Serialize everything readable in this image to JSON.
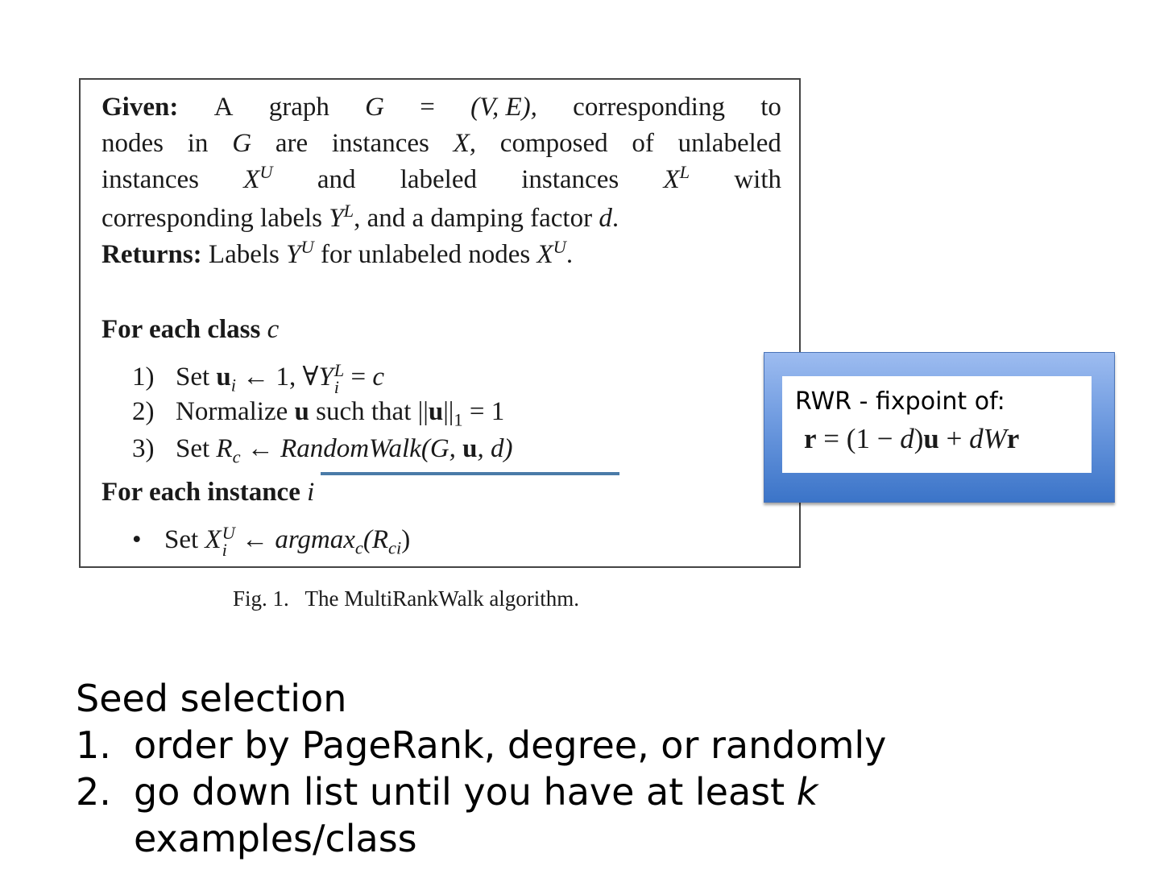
{
  "algorithm": {
    "given_label": "Given:",
    "given_line1": [
      "A",
      "graph",
      "G",
      "=",
      "(V, E),",
      "corresponding",
      "to"
    ],
    "given_line2": [
      "nodes",
      "in",
      "G",
      "are",
      "instances",
      "X,",
      "composed",
      "of",
      "unlabeled"
    ],
    "given_line3": [
      "instances",
      "X",
      "U",
      "and",
      "labeled",
      "instances",
      "X",
      "L",
      "with"
    ],
    "given_line4_a": "corresponding labels ",
    "given_line4_var": "Y",
    "given_line4_sup": "L",
    "given_line4_b": ", and a damping factor ",
    "given_line4_d": "d",
    "given_line4_c": ".",
    "returns_label": "Returns:",
    "returns_a": " Labels ",
    "returns_var": "Y",
    "returns_sup": "U",
    "returns_b": " for unlabeled nodes ",
    "returns_var2": "X",
    "returns_sup2": "U",
    "returns_c": ".",
    "for_class_label": "For each class",
    "for_class_var": "c",
    "steps": [
      {
        "num": "1)",
        "text_a": "Set ",
        "u": "u",
        "sub": "i",
        "text_b": " ← 1, ∀",
        "Y": "Y",
        "Ysub": "i",
        "Ysup": "L",
        "text_c": " = ",
        "c": "c"
      },
      {
        "num": "2)",
        "text_a": "Normalize ",
        "u": "u",
        "text_b": " such that ||",
        "u2": "u",
        "text_c": "||",
        "sub": "1",
        "text_d": " = 1"
      },
      {
        "num": "3)",
        "text_a": "Set ",
        "R": "R",
        "sub": "c",
        "text_b": " ← ",
        "func": "RandomWalk",
        "args_a": "(G, ",
        "u": "u",
        "args_b": ", d)"
      }
    ],
    "for_instance_label": "For each instance",
    "for_instance_var": "i",
    "bullet": "•",
    "instance_step": {
      "text_a": "Set ",
      "X": "X",
      "Xsup": "U",
      "Xsub": "i",
      "arrow": " ← ",
      "func": "argmax",
      "func_sub": "c",
      "args_a": "(R",
      "args_sub": "ci",
      "args_b": ")"
    }
  },
  "caption": "Fig. 1.   The MultiRankWalk algorithm.",
  "callout": {
    "label": "RWR - fixpoint of:",
    "formula": {
      "r": "r",
      "eq": " = (1 − ",
      "d": "d",
      "paren": ")",
      "u": "u",
      "plus": " + ",
      "dW": "dW",
      "r2": "r"
    }
  },
  "seed": {
    "title": "Seed selection",
    "items": [
      {
        "num": "1.",
        "text": "order by PageRank, degree, or randomly"
      },
      {
        "num": "2.",
        "text_a": "go down list until you have at least ",
        "k": "k",
        "text_b": "examples/class"
      }
    ]
  },
  "colors": {
    "underline": "#4a7ba8",
    "callout_top": "#9dbcf0",
    "callout_bottom": "#3b74c8"
  }
}
